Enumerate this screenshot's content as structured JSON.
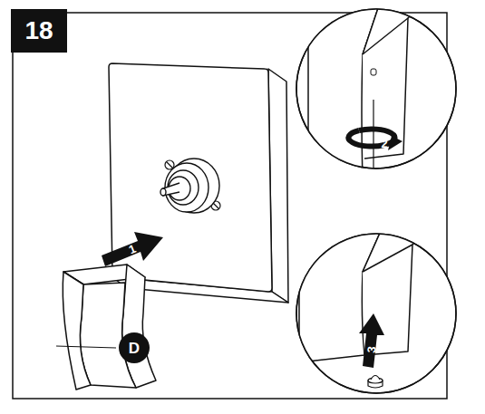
{
  "diagram": {
    "labels": [
      "18",
      "1",
      "2",
      "3",
      "D"
    ]
  }
}
